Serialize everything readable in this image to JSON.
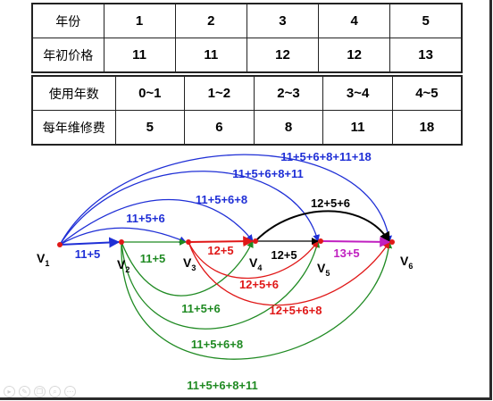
{
  "table_price": {
    "row_years": {
      "label": "年份",
      "values": [
        "1",
        "2",
        "3",
        "4",
        "5"
      ]
    },
    "row_price": {
      "label": "年初价格",
      "values": [
        "11",
        "11",
        "12",
        "12",
        "13"
      ]
    }
  },
  "table_maintenance": {
    "row_age": {
      "label": "使用年数",
      "values": [
        "0~1",
        "1~2",
        "2~3",
        "3~4",
        "4~5"
      ]
    },
    "row_cost": {
      "label": "每年维修费",
      "values": [
        "5",
        "6",
        "8",
        "11",
        "18"
      ]
    }
  },
  "diagram": {
    "nodes": [
      {
        "id": "v1",
        "name": "V",
        "sub": "1"
      },
      {
        "id": "v2",
        "name": "V",
        "sub": "2"
      },
      {
        "id": "v3",
        "name": "V",
        "sub": "3"
      },
      {
        "id": "v4",
        "name": "V",
        "sub": "4"
      },
      {
        "id": "v5",
        "name": "V",
        "sub": "5"
      },
      {
        "id": "v6",
        "name": "V",
        "sub": "6"
      }
    ],
    "edges": [
      {
        "from": "v1",
        "to": "v2",
        "label": "11+5"
      },
      {
        "from": "v1",
        "to": "v3",
        "label": "11+5+6"
      },
      {
        "from": "v1",
        "to": "v4",
        "label": "11+5+6+8"
      },
      {
        "from": "v1",
        "to": "v5",
        "label": "11+5+6+8+11"
      },
      {
        "from": "v1",
        "to": "v6",
        "label": "11+5+6+8+11+18"
      },
      {
        "from": "v2",
        "to": "v3",
        "label": "11+5"
      },
      {
        "from": "v2",
        "to": "v4",
        "label": "11+5+6"
      },
      {
        "from": "v2",
        "to": "v5",
        "label": "11+5+6+8"
      },
      {
        "from": "v2",
        "to": "v6",
        "label": "11+5+6+8+11"
      },
      {
        "from": "v3",
        "to": "v4",
        "label": "12+5"
      },
      {
        "from": "v3",
        "to": "v5",
        "label": "12+5+6"
      },
      {
        "from": "v3",
        "to": "v6",
        "label": "12+5+6+8"
      },
      {
        "from": "v4",
        "to": "v5",
        "label": "12+5"
      },
      {
        "from": "v4",
        "to": "v6",
        "label": "12+5+6"
      },
      {
        "from": "v5",
        "to": "v6",
        "label": "13+5"
      }
    ]
  },
  "colors": {
    "from_v1": "#1f2fd6",
    "from_v2": "#1f8a22",
    "from_v3": "#e01818",
    "from_v4": "#000000",
    "from_v5": "#c020c0",
    "node_dot": "#e01818"
  },
  "icons": [
    "play-icon",
    "pen-icon",
    "copy-icon",
    "zoom-icon",
    "more-icon"
  ]
}
